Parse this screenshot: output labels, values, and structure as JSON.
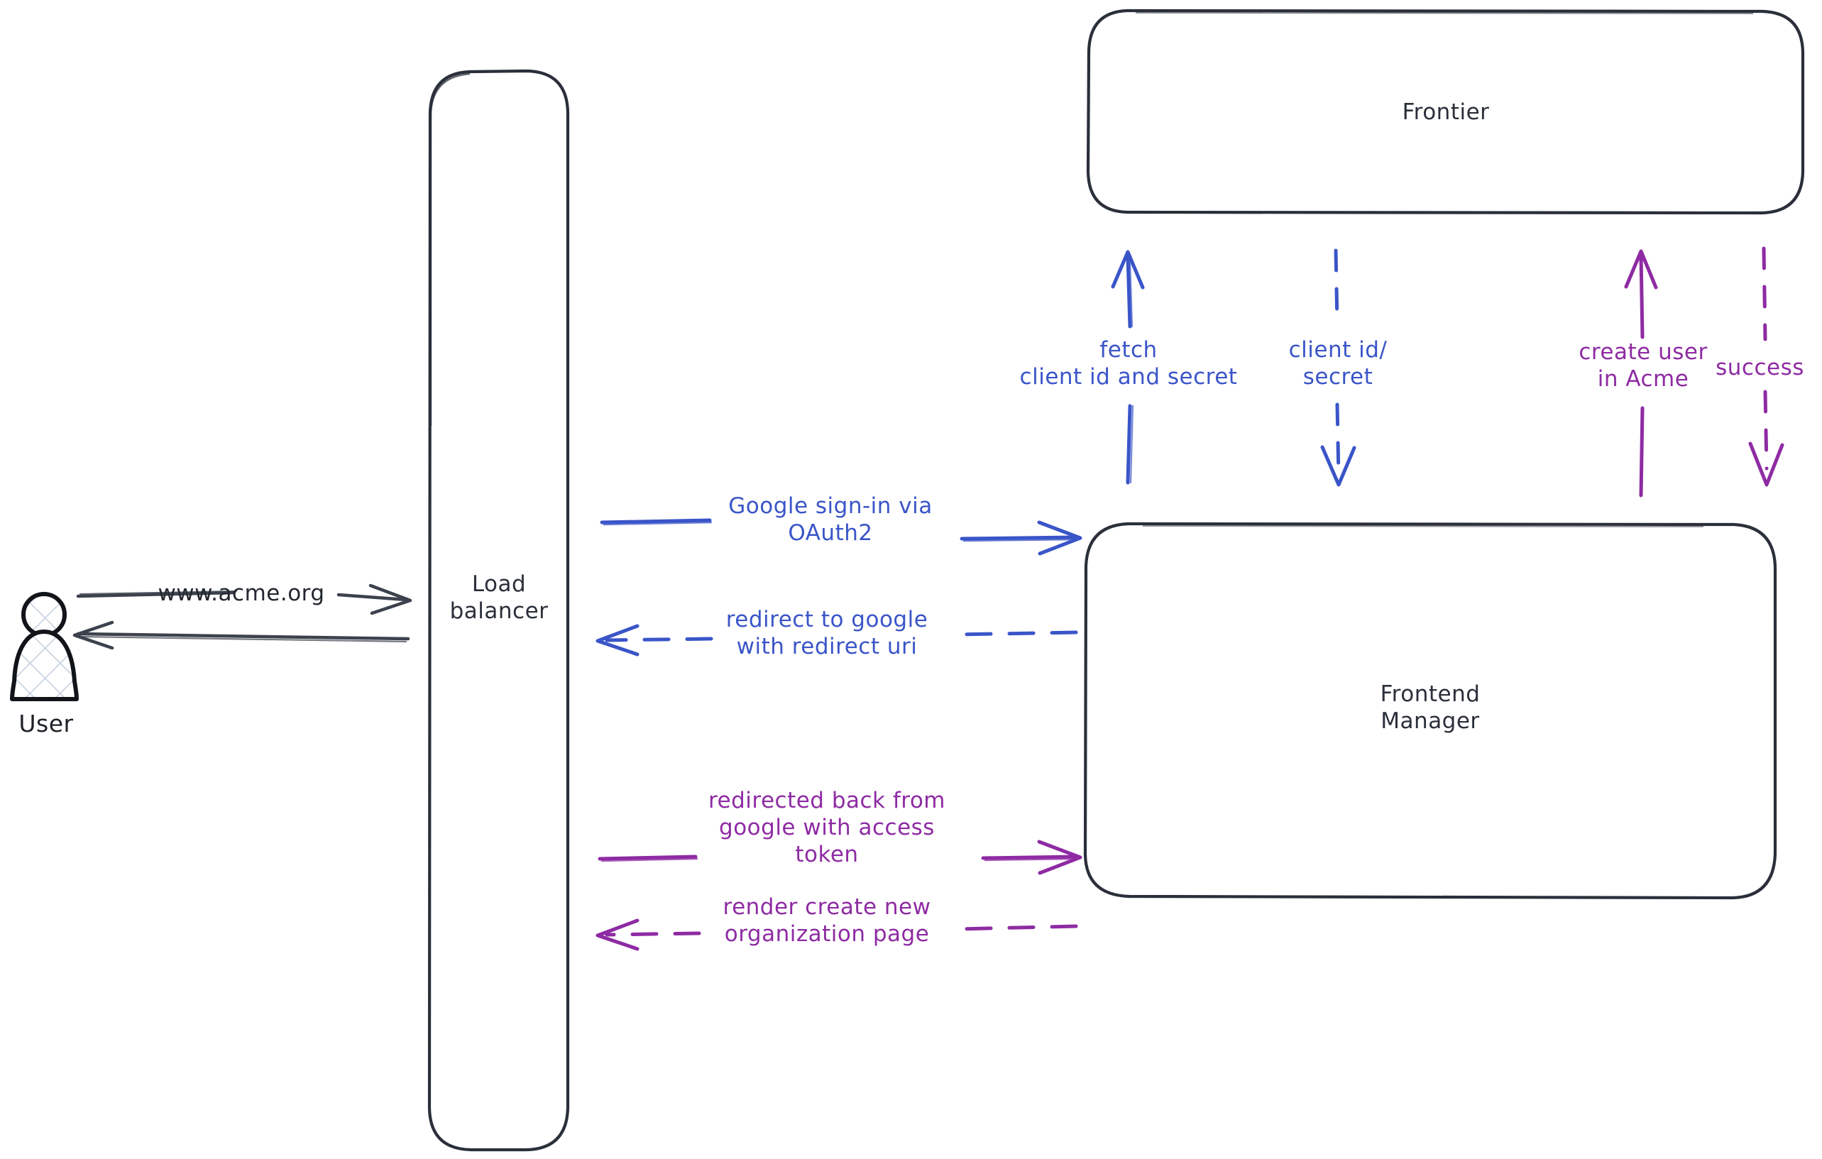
{
  "diagram": {
    "title": "Google OAuth2 sign-in sequence",
    "background": "#ffffff",
    "colors": {
      "stroke_dark": "#2a2f3a",
      "blue": "#3a55c8",
      "purple": "#8e2ba3",
      "hatch": "#c3cede"
    }
  },
  "actors": [
    {
      "id": "user",
      "label": "User",
      "icon": "user-person-icon",
      "shape": "person",
      "fill": "cross-hatch"
    }
  ],
  "nodes": [
    {
      "id": "load-balancer",
      "label": "Load\nbalancer",
      "shape": "rounded-rectangle"
    },
    {
      "id": "frontier",
      "label": "Frontier",
      "shape": "rounded-rectangle"
    },
    {
      "id": "frontend-manager",
      "label": "Frontend\nManager",
      "shape": "rounded-rectangle"
    }
  ],
  "edges": [
    {
      "id": "user-to-lb",
      "label": "www.acme.org",
      "color": "#23272f",
      "style": "solid",
      "direction": "right",
      "from": "user",
      "to": "load-balancer"
    },
    {
      "id": "lb-to-user",
      "label": "",
      "color": "#23272f",
      "style": "solid",
      "direction": "left",
      "from": "load-balancer",
      "to": "user"
    },
    {
      "id": "lb-to-fm-signin",
      "label": "Google sign-in via\nOAuth2",
      "color": "#3a55c8",
      "style": "solid",
      "direction": "right",
      "from": "load-balancer",
      "to": "frontend-manager"
    },
    {
      "id": "fm-to-lb-redirect",
      "label": "redirect to google\nwith redirect uri",
      "color": "#3a55c8",
      "style": "dashed",
      "direction": "left",
      "from": "frontend-manager",
      "to": "load-balancer"
    },
    {
      "id": "lb-to-fm-token",
      "label": "redirected back from\ngoogle with access\ntoken",
      "color": "#8e2ba3",
      "style": "solid",
      "direction": "right",
      "from": "load-balancer",
      "to": "frontend-manager"
    },
    {
      "id": "fm-to-lb-render",
      "label": "render create new\norganization page",
      "color": "#8e2ba3",
      "style": "dashed",
      "direction": "left",
      "from": "frontend-manager",
      "to": "load-balancer"
    },
    {
      "id": "fm-to-frontier-fetch",
      "label": "fetch\nclient id and secret",
      "color": "#3a55c8",
      "style": "solid",
      "direction": "up",
      "from": "frontend-manager",
      "to": "frontier"
    },
    {
      "id": "frontier-to-fm-creds",
      "label": "client id/\nsecret",
      "color": "#3a55c8",
      "style": "dashed",
      "direction": "down",
      "from": "frontier",
      "to": "frontend-manager"
    },
    {
      "id": "fm-to-frontier-create",
      "label": "create user\nin Acme",
      "color": "#8e2ba3",
      "style": "solid",
      "direction": "up",
      "from": "frontend-manager",
      "to": "frontier"
    },
    {
      "id": "frontier-to-fm-success",
      "label": "success",
      "color": "#8e2ba3",
      "style": "dashed",
      "direction": "down",
      "from": "frontier",
      "to": "frontend-manager"
    }
  ]
}
